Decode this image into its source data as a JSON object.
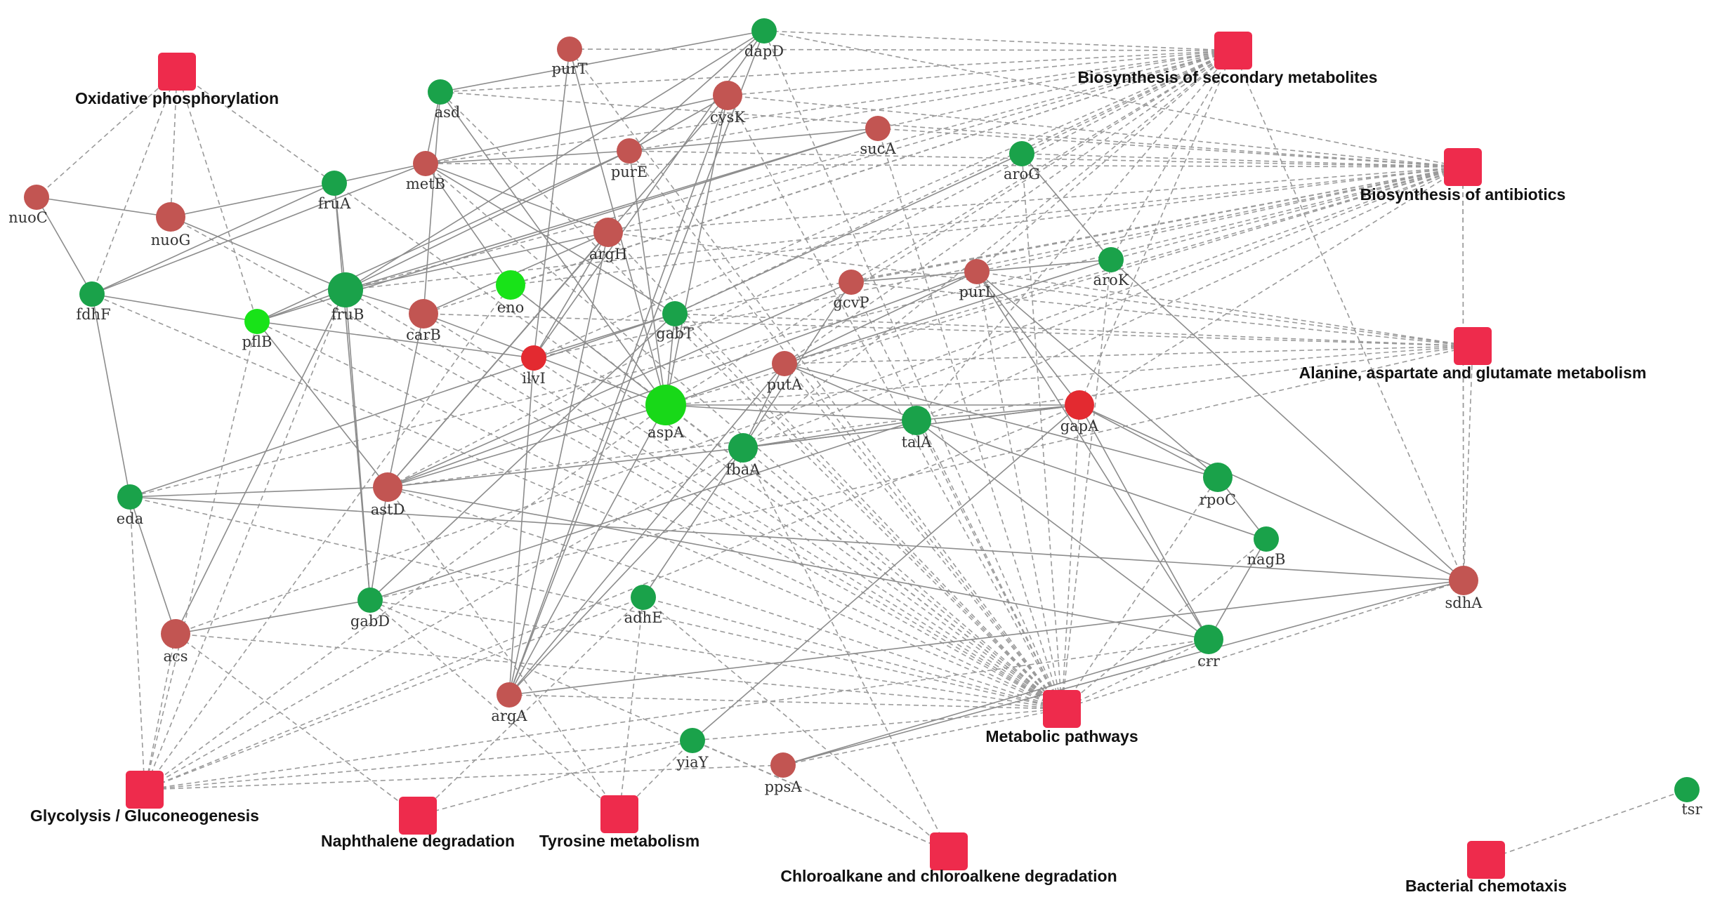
{
  "colors": {
    "pathway": "#ee2b4c",
    "down_green": "#1aa24a",
    "bright_green": "#18e318",
    "up_brown": "#c25552",
    "up_red": "#e32a30",
    "edge": "#8c8c8c"
  },
  "genes": [
    {
      "id": "nuoC",
      "color": "#c25552",
      "size": "s"
    },
    {
      "id": "nuoG",
      "color": "#c25552",
      "size": "m"
    },
    {
      "id": "fdhF",
      "color": "#1aa24a",
      "size": "s"
    },
    {
      "id": "pflB",
      "color": "#18e318",
      "size": "s"
    },
    {
      "id": "fruA",
      "color": "#1aa24a",
      "size": "s"
    },
    {
      "id": "fruB",
      "color": "#1aa24a",
      "size": "l"
    },
    {
      "id": "metB",
      "color": "#c25552",
      "size": "s"
    },
    {
      "id": "asd",
      "color": "#1aa24a",
      "size": "s"
    },
    {
      "id": "carB",
      "color": "#c25552",
      "size": "m"
    },
    {
      "id": "eno",
      "color": "#18e318",
      "size": "m"
    },
    {
      "id": "purT",
      "color": "#c25552",
      "size": "s"
    },
    {
      "id": "dapD",
      "color": "#1aa24a",
      "size": "s"
    },
    {
      "id": "cysK",
      "color": "#c25552",
      "size": "m"
    },
    {
      "id": "purE",
      "color": "#c25552",
      "size": "s"
    },
    {
      "id": "argH",
      "color": "#c25552",
      "size": "m"
    },
    {
      "id": "ilvI",
      "color": "#e32a30",
      "size": "s"
    },
    {
      "id": "gabT",
      "color": "#1aa24a",
      "size": "s"
    },
    {
      "id": "aspA",
      "color": "#18d818",
      "size": "xl"
    },
    {
      "id": "sucA",
      "color": "#c25552",
      "size": "s"
    },
    {
      "id": "aroG",
      "color": "#1aa24a",
      "size": "s"
    },
    {
      "id": "gcvP",
      "color": "#c25552",
      "size": "s"
    },
    {
      "id": "purL",
      "color": "#c25552",
      "size": "s"
    },
    {
      "id": "aroK",
      "color": "#1aa24a",
      "size": "s"
    },
    {
      "id": "putA",
      "color": "#c25552",
      "size": "s"
    },
    {
      "id": "fbaA",
      "color": "#1aa24a",
      "size": "m"
    },
    {
      "id": "talA",
      "color": "#1aa24a",
      "size": "m"
    },
    {
      "id": "gapA",
      "color": "#e32a30",
      "size": "m"
    },
    {
      "id": "rpoC",
      "color": "#1aa24a",
      "size": "m"
    },
    {
      "id": "nagB",
      "color": "#1aa24a",
      "size": "s"
    },
    {
      "id": "eda",
      "color": "#1aa24a",
      "size": "s"
    },
    {
      "id": "astD",
      "color": "#c25552",
      "size": "m"
    },
    {
      "id": "acs",
      "color": "#c25552",
      "size": "m"
    },
    {
      "id": "gabD",
      "color": "#1aa24a",
      "size": "s"
    },
    {
      "id": "adhE",
      "color": "#1aa24a",
      "size": "s"
    },
    {
      "id": "argA",
      "color": "#c25552",
      "size": "s"
    },
    {
      "id": "yiaY",
      "color": "#1aa24a",
      "size": "s"
    },
    {
      "id": "ppsA",
      "color": "#c25552",
      "size": "s"
    },
    {
      "id": "crr",
      "color": "#1aa24a",
      "size": "m"
    },
    {
      "id": "sdhA",
      "color": "#c25552",
      "size": "m"
    },
    {
      "id": "tsr",
      "color": "#1aa24a",
      "size": "s"
    }
  ],
  "pathways": [
    {
      "id": "oxphos",
      "label": "Oxidative phosphorylation"
    },
    {
      "id": "secmet",
      "label": "Biosynthesis of secondary metabolites"
    },
    {
      "id": "antibio",
      "label": "Biosynthesis of antibiotics"
    },
    {
      "id": "alaasp",
      "label": "Alanine, aspartate and glutamate metabolism"
    },
    {
      "id": "metab",
      "label": "Metabolic pathways"
    },
    {
      "id": "glyco",
      "label": "Glycolysis / Gluconeogenesis"
    },
    {
      "id": "naph",
      "label": "Naphthalene degradation"
    },
    {
      "id": "tyro",
      "label": "Tyrosine metabolism"
    },
    {
      "id": "chloro",
      "label": "Chloroalkane and chloroalkene degradation"
    },
    {
      "id": "chemo",
      "label": "Bacterial chemotaxis"
    }
  ],
  "solid_edges": [
    [
      "nuoC",
      "nuoG"
    ],
    [
      "nuoC",
      "fdhF"
    ],
    [
      "nuoG",
      "fruA"
    ],
    [
      "nuoG",
      "fruB"
    ],
    [
      "fdhF",
      "pflB"
    ],
    [
      "fdhF",
      "eda"
    ],
    [
      "fdhF",
      "fruA"
    ],
    [
      "fdhF",
      "metB"
    ],
    [
      "pflB",
      "fruB"
    ],
    [
      "pflB",
      "purE"
    ],
    [
      "pflB",
      "ilvI"
    ],
    [
      "fruA",
      "fruB"
    ],
    [
      "fruA",
      "metB"
    ],
    [
      "fruB",
      "carB"
    ],
    [
      "fruB",
      "dapD"
    ],
    [
      "fruB",
      "gabD"
    ],
    [
      "fruB",
      "argH"
    ],
    [
      "fruB",
      "acs"
    ],
    [
      "metB",
      "eno"
    ],
    [
      "metB",
      "argH"
    ],
    [
      "metB",
      "gabT"
    ],
    [
      "asd",
      "metB"
    ],
    [
      "asd",
      "aspA"
    ],
    [
      "asd",
      "carB"
    ],
    [
      "carB",
      "argH"
    ],
    [
      "carB",
      "astD"
    ],
    [
      "carB",
      "aspA"
    ],
    [
      "eno",
      "aspA"
    ],
    [
      "purT",
      "ilvI"
    ],
    [
      "purT",
      "aspA"
    ],
    [
      "dapD",
      "asd"
    ],
    [
      "dapD",
      "argA"
    ],
    [
      "dapD",
      "ilvI"
    ],
    [
      "dapD",
      "purE"
    ],
    [
      "cysK",
      "metB"
    ],
    [
      "cysK",
      "aspA"
    ],
    [
      "cysK",
      "argA"
    ],
    [
      "cysK",
      "astD"
    ],
    [
      "cysK",
      "purE"
    ],
    [
      "purE",
      "aspA"
    ],
    [
      "purE",
      "metB"
    ],
    [
      "purE",
      "fruB"
    ],
    [
      "argH",
      "argA"
    ],
    [
      "argH",
      "astD"
    ],
    [
      "argH",
      "ilvI"
    ],
    [
      "ilvI",
      "gabT"
    ],
    [
      "ilvI",
      "argA"
    ],
    [
      "gabT",
      "aspA"
    ],
    [
      "gabT",
      "eda"
    ],
    [
      "gabT",
      "gabD"
    ],
    [
      "aspA",
      "putA"
    ],
    [
      "aspA",
      "talA"
    ],
    [
      "aspA",
      "astD"
    ],
    [
      "aspA",
      "gapA"
    ],
    [
      "aspA",
      "argA"
    ],
    [
      "sucA",
      "pflB"
    ],
    [
      "sucA",
      "fruB"
    ],
    [
      "sucA",
      "purE"
    ],
    [
      "aroG",
      "aroK"
    ],
    [
      "aroG",
      "gabT"
    ],
    [
      "gcvP",
      "fbaA"
    ],
    [
      "gcvP",
      "astD"
    ],
    [
      "gcvP",
      "purL"
    ],
    [
      "purL",
      "aroK"
    ],
    [
      "purL",
      "putA"
    ],
    [
      "purL",
      "gapA"
    ],
    [
      "purL",
      "crr"
    ],
    [
      "purL",
      "rpoC"
    ],
    [
      "purL",
      "astD"
    ],
    [
      "putA",
      "talA"
    ],
    [
      "putA",
      "fbaA"
    ],
    [
      "putA",
      "argA"
    ],
    [
      "putA",
      "aroK"
    ],
    [
      "putA",
      "rpoC"
    ],
    [
      "fbaA",
      "adhE"
    ],
    [
      "fbaA",
      "astD"
    ],
    [
      "fbaA",
      "talA"
    ],
    [
      "fbaA",
      "gapA"
    ],
    [
      "fbaA",
      "argA"
    ],
    [
      "talA",
      "gapA"
    ],
    [
      "talA",
      "nagB"
    ],
    [
      "talA",
      "crr"
    ],
    [
      "talA",
      "gabD"
    ],
    [
      "gapA",
      "rpoC"
    ],
    [
      "gapA",
      "crr"
    ],
    [
      "gapA",
      "sdhA"
    ],
    [
      "gapA",
      "fbaA"
    ],
    [
      "nagB",
      "crr"
    ],
    [
      "crr",
      "ppsA"
    ],
    [
      "crr",
      "astD"
    ],
    [
      "eda",
      "astD"
    ],
    [
      "eda",
      "acs"
    ],
    [
      "eda",
      "sdhA"
    ],
    [
      "astD",
      "gabD"
    ],
    [
      "astD",
      "pflB"
    ],
    [
      "acs",
      "gabD"
    ],
    [
      "argA",
      "sdhA"
    ],
    [
      "yiaY",
      "gapA"
    ],
    [
      "ppsA",
      "sdhA"
    ],
    [
      "rpoC",
      "nagB"
    ],
    [
      "aroK",
      "sdhA"
    ],
    [
      "gabD",
      "fruA"
    ]
  ],
  "dashed_edges": [
    [
      "oxphos",
      "nuoC"
    ],
    [
      "oxphos",
      "nuoG"
    ],
    [
      "oxphos",
      "fruA"
    ],
    [
      "oxphos",
      "pflB"
    ],
    [
      "oxphos",
      "fdhF"
    ],
    [
      "secmet",
      "purT"
    ],
    [
      "secmet",
      "dapD"
    ],
    [
      "secmet",
      "asd"
    ],
    [
      "secmet",
      "cysK"
    ],
    [
      "secmet",
      "metB"
    ],
    [
      "secmet",
      "sucA"
    ],
    [
      "secmet",
      "purE"
    ],
    [
      "secmet",
      "aroG"
    ],
    [
      "secmet",
      "aroK"
    ],
    [
      "secmet",
      "gcvP"
    ],
    [
      "secmet",
      "purL"
    ],
    [
      "secmet",
      "argH"
    ],
    [
      "secmet",
      "eno"
    ],
    [
      "secmet",
      "carB"
    ],
    [
      "secmet",
      "gabT"
    ],
    [
      "secmet",
      "putA"
    ],
    [
      "secmet",
      "aspA"
    ],
    [
      "secmet",
      "talA"
    ],
    [
      "secmet",
      "gapA"
    ],
    [
      "secmet",
      "fbaA"
    ],
    [
      "secmet",
      "astD"
    ],
    [
      "secmet",
      "ilvI"
    ],
    [
      "secmet",
      "sdhA"
    ],
    [
      "secmet",
      "fruB"
    ],
    [
      "antibio",
      "dapD"
    ],
    [
      "antibio",
      "asd"
    ],
    [
      "antibio",
      "cysK"
    ],
    [
      "antibio",
      "metB"
    ],
    [
      "antibio",
      "sucA"
    ],
    [
      "antibio",
      "aroG"
    ],
    [
      "antibio",
      "aroK"
    ],
    [
      "antibio",
      "gcvP"
    ],
    [
      "antibio",
      "purL"
    ],
    [
      "antibio",
      "purE"
    ],
    [
      "antibio",
      "eno"
    ],
    [
      "antibio",
      "gabT"
    ],
    [
      "antibio",
      "putA"
    ],
    [
      "antibio",
      "aspA"
    ],
    [
      "antibio",
      "talA"
    ],
    [
      "antibio",
      "gapA"
    ],
    [
      "antibio",
      "fbaA"
    ],
    [
      "antibio",
      "argH"
    ],
    [
      "antibio",
      "ilvI"
    ],
    [
      "antibio",
      "sdhA"
    ],
    [
      "antibio",
      "fruB"
    ],
    [
      "antibio",
      "eda"
    ],
    [
      "antibio",
      "acs"
    ],
    [
      "alaasp",
      "aspA"
    ],
    [
      "alaasp",
      "gabT"
    ],
    [
      "alaasp",
      "putA"
    ],
    [
      "alaasp",
      "carB"
    ],
    [
      "alaasp",
      "gabD"
    ],
    [
      "alaasp",
      "purL"
    ],
    [
      "alaasp",
      "gcvP"
    ],
    [
      "alaasp",
      "argH"
    ],
    [
      "alaasp",
      "astD"
    ],
    [
      "metab",
      "purT"
    ],
    [
      "metab",
      "dapD"
    ],
    [
      "metab",
      "asd"
    ],
    [
      "metab",
      "cysK"
    ],
    [
      "metab",
      "sucA"
    ],
    [
      "metab",
      "aroG"
    ],
    [
      "metab",
      "aroK"
    ],
    [
      "metab",
      "gcvP"
    ],
    [
      "metab",
      "purL"
    ],
    [
      "metab",
      "purE"
    ],
    [
      "metab",
      "argH"
    ],
    [
      "metab",
      "eno"
    ],
    [
      "metab",
      "carB"
    ],
    [
      "metab",
      "gabT"
    ],
    [
      "metab",
      "putA"
    ],
    [
      "metab",
      "aspA"
    ],
    [
      "metab",
      "talA"
    ],
    [
      "metab",
      "gapA"
    ],
    [
      "metab",
      "fbaA"
    ],
    [
      "metab",
      "astD"
    ],
    [
      "metab",
      "ilvI"
    ],
    [
      "metab",
      "sdhA"
    ],
    [
      "metab",
      "fruB"
    ],
    [
      "metab",
      "fruA"
    ],
    [
      "metab",
      "pflB"
    ],
    [
      "metab",
      "metB"
    ],
    [
      "metab",
      "nuoG"
    ],
    [
      "metab",
      "fdhF"
    ],
    [
      "metab",
      "eda"
    ],
    [
      "metab",
      "acs"
    ],
    [
      "metab",
      "gabD"
    ],
    [
      "metab",
      "adhE"
    ],
    [
      "metab",
      "argA"
    ],
    [
      "metab",
      "yiaY"
    ],
    [
      "metab",
      "ppsA"
    ],
    [
      "metab",
      "crr"
    ],
    [
      "metab",
      "rpoC"
    ],
    [
      "metab",
      "nagB"
    ],
    [
      "glyco",
      "acs"
    ],
    [
      "glyco",
      "eda"
    ],
    [
      "glyco",
      "pflB"
    ],
    [
      "glyco",
      "fruB"
    ],
    [
      "glyco",
      "eno"
    ],
    [
      "glyco",
      "aspA"
    ],
    [
      "glyco",
      "gapA"
    ],
    [
      "glyco",
      "fbaA"
    ],
    [
      "glyco",
      "adhE"
    ],
    [
      "glyco",
      "yiaY"
    ],
    [
      "glyco",
      "ppsA"
    ],
    [
      "glyco",
      "crr"
    ],
    [
      "naph",
      "adhE"
    ],
    [
      "naph",
      "yiaY"
    ],
    [
      "naph",
      "acs"
    ],
    [
      "tyro",
      "adhE"
    ],
    [
      "tyro",
      "yiaY"
    ],
    [
      "tyro",
      "astD"
    ],
    [
      "tyro",
      "gabD"
    ],
    [
      "chloro",
      "adhE"
    ],
    [
      "chloro",
      "yiaY"
    ],
    [
      "chloro",
      "fbaA"
    ],
    [
      "chloro",
      "gabD"
    ],
    [
      "chemo",
      "tsr"
    ],
    [
      "antibio",
      "sdhA"
    ],
    [
      "sdhA",
      "alaasp"
    ]
  ]
}
